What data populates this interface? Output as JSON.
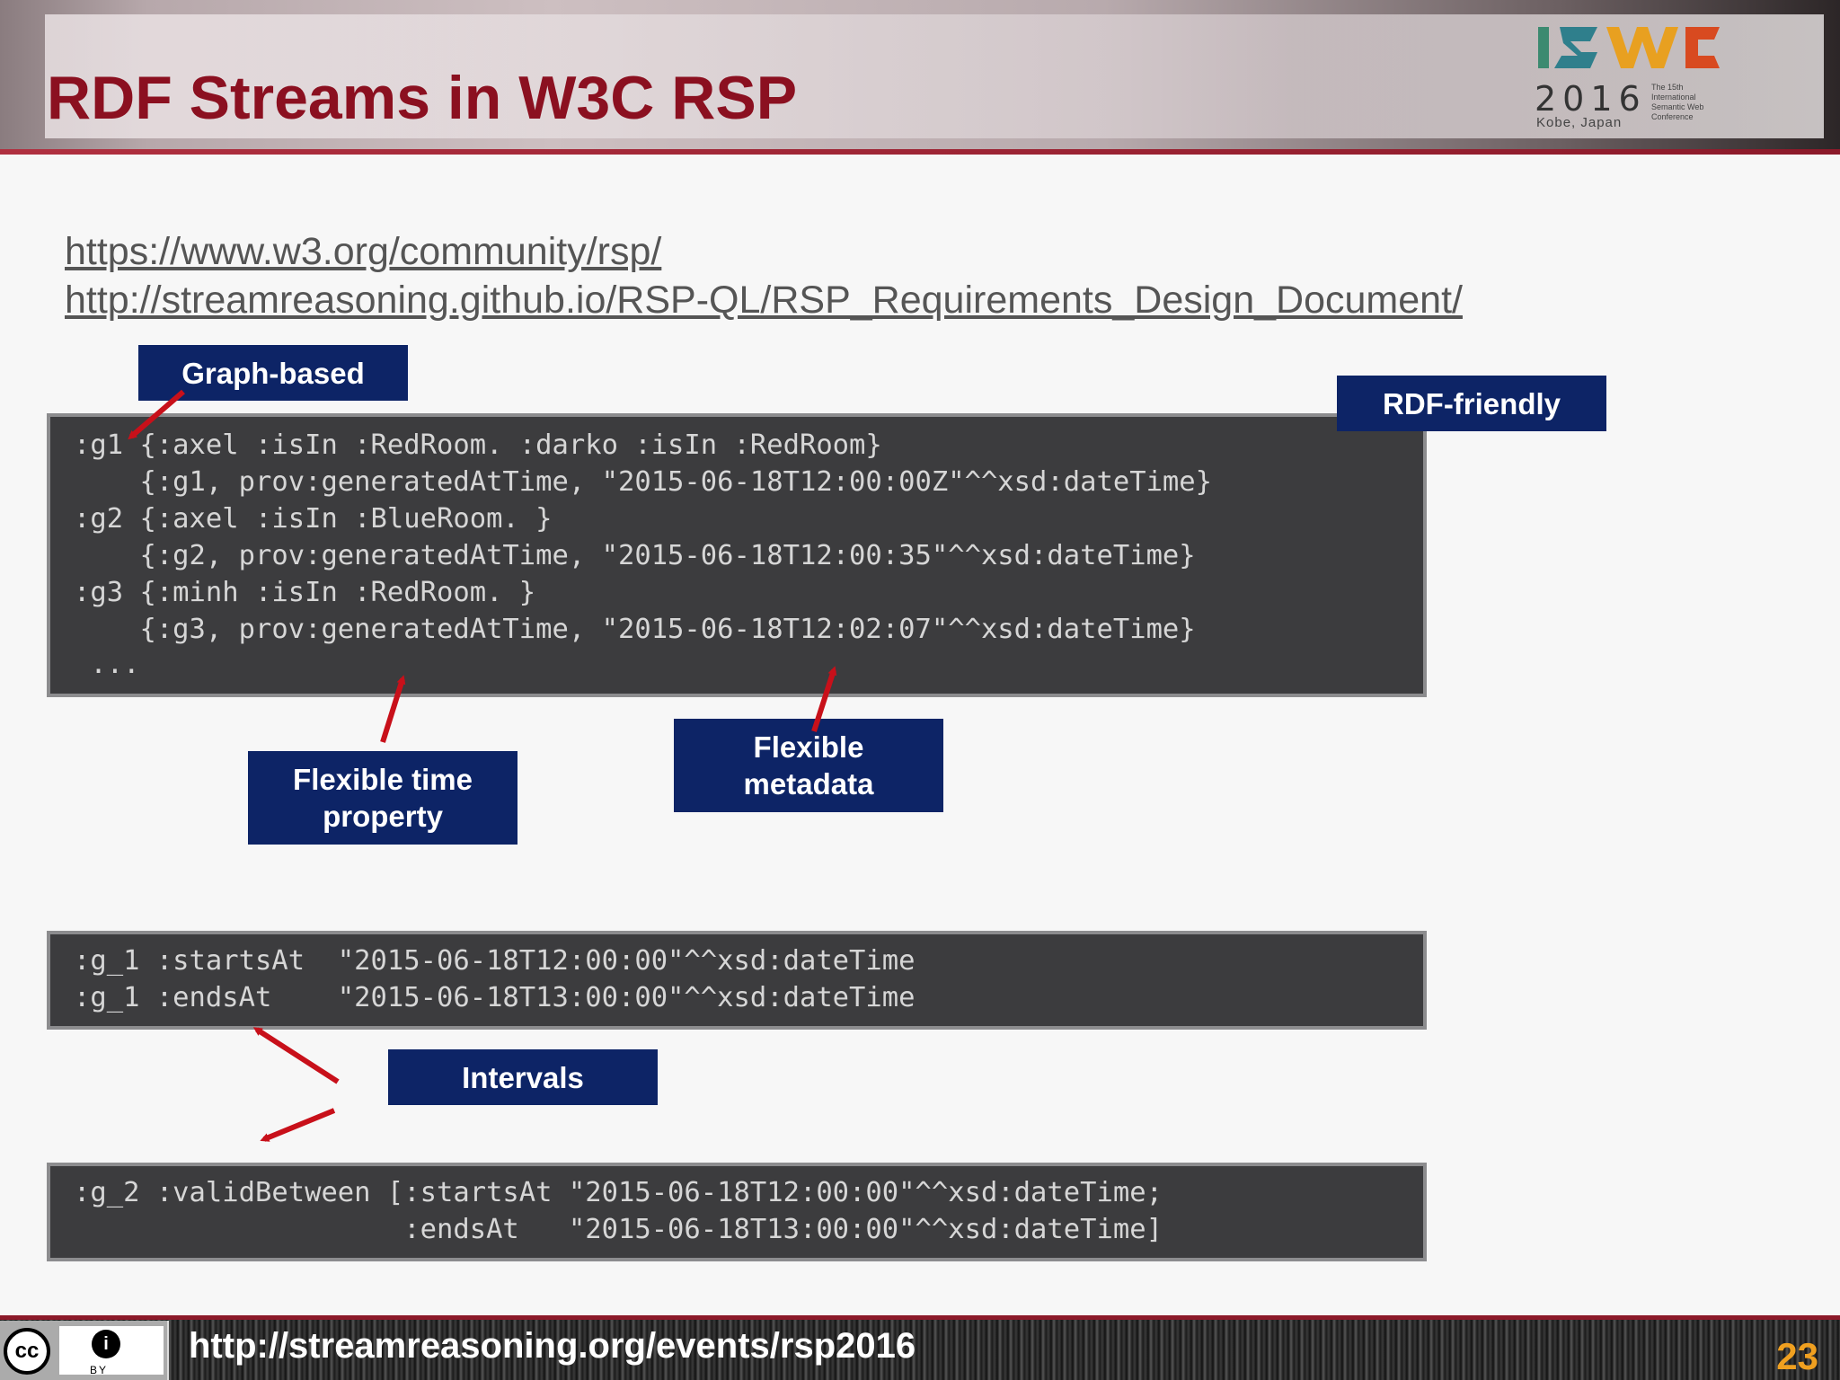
{
  "slide": {
    "title": "RDF Streams in W3C RSP",
    "logo": {
      "year": "2016",
      "place": "Kobe, Japan",
      "subtitle": "The 15th International Semantic Web Conference"
    },
    "links": [
      "https://www.w3.org/community/rsp/",
      "http://streamreasoning.github.io/RSP-QL/RSP_Requirements_Design_Document/"
    ],
    "code_block_1": [
      ":g1 {:axel :isIn :RedRoom. :darko :isIn :RedRoom}",
      "    {:g1, prov:generatedAtTime, \"2015-06-18T12:00:00Z\"^^xsd:dateTime}",
      ":g2 {:axel :isIn :BlueRoom. }",
      "    {:g2, prov:generatedAtTime, \"2015-06-18T12:00:35\"^^xsd:dateTime}",
      ":g3 {:minh :isIn :RedRoom. }",
      "    {:g3, prov:generatedAtTime, \"2015-06-18T12:02:07\"^^xsd:dateTime}",
      " ..."
    ],
    "code_block_2": [
      ":g_1 :startsAt  \"2015-06-18T12:00:00\"^^xsd:dateTime",
      ":g_1 :endsAt    \"2015-06-18T13:00:00\"^^xsd:dateTime"
    ],
    "code_block_3": [
      ":g_2 :validBetween [:startsAt \"2015-06-18T12:00:00\"^^xsd:dateTime;",
      "                    :endsAt   \"2015-06-18T13:00:00\"^^xsd:dateTime]"
    ],
    "callouts": {
      "graph_based": "Graph-based",
      "rdf_friendly": "RDF-friendly",
      "flexible_time_1": "Flexible time",
      "flexible_time_2": "property",
      "flexible_metadata_1": "Flexible",
      "flexible_metadata_2": "metadata",
      "intervals": "Intervals"
    },
    "footer": {
      "license_by": "BY",
      "license_cc": "cc",
      "license_person": "i",
      "url": "http://streamreasoning.org/events/rsp2016",
      "page_number": "23"
    },
    "colors": {
      "title": "#8b1020",
      "callout_bg": "#0d2466",
      "code_bg": "#3c3c3e",
      "arrow": "#c8101a",
      "page_number": "#f0a020"
    }
  }
}
